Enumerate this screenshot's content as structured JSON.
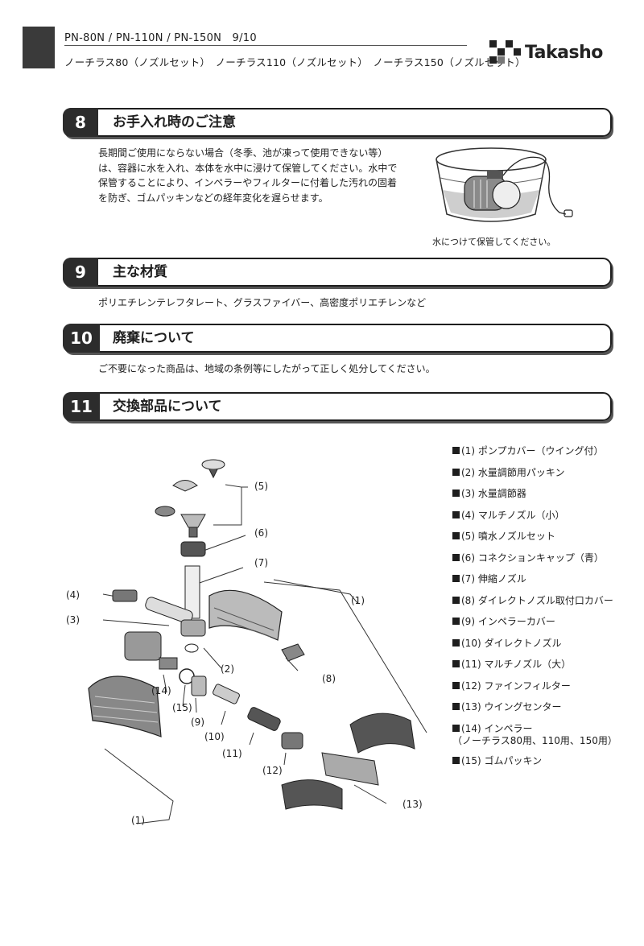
{
  "header": {
    "models": "PN-80N / PN-110N / PN-150N　9/10",
    "product_names": "ノーチラス80（ノズルセット）　ノーチラス110（ノズルセット）　ノーチラス150（ノズルセット）",
    "brand": "Takasho"
  },
  "sections": [
    {
      "number": "8",
      "title": "お手入れ時のご注意",
      "lines": [
        "長期間ご使用にならない場合（冬季、池が凍って使用できない等）",
        "は、容器に水を入れ、本体を水中に浸けて保管してください。水中で",
        "保管することにより、インペラーやフィルターに付着した汚れの固着",
        "を防ぎ、ゴムパッキンなどの経年変化を遅らせます。"
      ],
      "caption": "水につけて保管してください。"
    },
    {
      "number": "9",
      "title": "主な材質",
      "lines": [
        "ポリエチレンテレフタレート、グラスファイバー、高密度ポリエチレンなど"
      ]
    },
    {
      "number": "10",
      "title": "廃棄について",
      "lines": [
        "ご不要になった商品は、地域の条例等にしたがって正しく処分してください。"
      ]
    },
    {
      "number": "11",
      "title": "交換部品について",
      "lines": []
    }
  ],
  "parts": [
    "(1) ポンプカバー（ウイング付）",
    "(2) 水量調節用パッキン",
    "(3) 水量調節器",
    "(4) マルチノズル（小）",
    "(5) 噴水ノズルセット",
    "(6) コネクションキャップ（青）",
    "(7) 伸縮ノズル",
    "(8) ダイレクトノズル取付口カバー",
    "(9) インペラーカバー",
    "(10) ダイレクトノズル",
    "(11) マルチノズル（大）",
    "(12) ファインフィルター",
    "(13) ウイングセンター",
    "(14) インペラー",
    "(15) ゴムパッキン"
  ],
  "parts_sub": {
    "14": "（ノーチラス80用、110用、150用）"
  },
  "diagram_labels": [
    "(5)",
    "(6)",
    "(7)",
    "(1)",
    "(4)",
    "(3)",
    "(2)",
    "(8)",
    "(14)",
    "(15)",
    "(9)",
    "(10)",
    "(11)",
    "(12)",
    "(13)",
    "(1)"
  ]
}
